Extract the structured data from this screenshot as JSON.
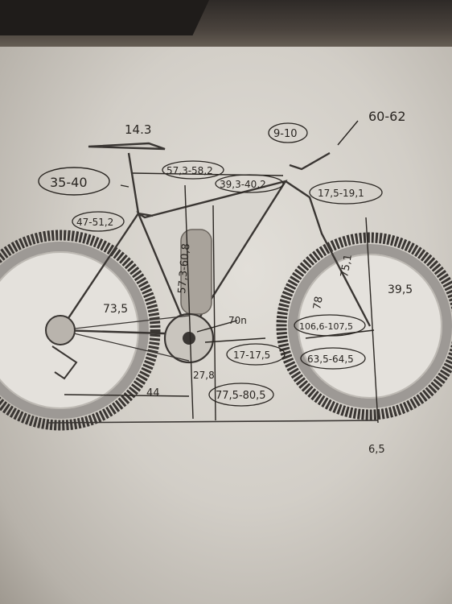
{
  "photo": {
    "subject": "hand-annotated bicycle geometry drawing on paper",
    "colors": {
      "paper": "#d6d2cb",
      "ink": "#2a2622",
      "tyre": "#3a3633",
      "rim": "#9d9995"
    },
    "measurements": {
      "saddle": "14.3",
      "seatpost": "35-40",
      "top_tube": "57,3-58,2",
      "stack": "39,3-40,2",
      "stem": "9-10",
      "bar_angle": "60-62",
      "head_tube": "17,5-19,1",
      "seat_tube": "47-51,2",
      "seat_tube_length": "57,3-60,8",
      "chainstay_angle": "73,5",
      "fork": "75,1",
      "fork_angle": "78",
      "fork_length": "39,5",
      "bb_label": "70n",
      "wheelbase": "106,6-107,5",
      "bb_drop": "17-17,5",
      "front_center": "63,5-64,5",
      "chainstay": "44",
      "bb_height": "27,8",
      "standover": "77,5-80,5",
      "offset": "6,5"
    }
  }
}
